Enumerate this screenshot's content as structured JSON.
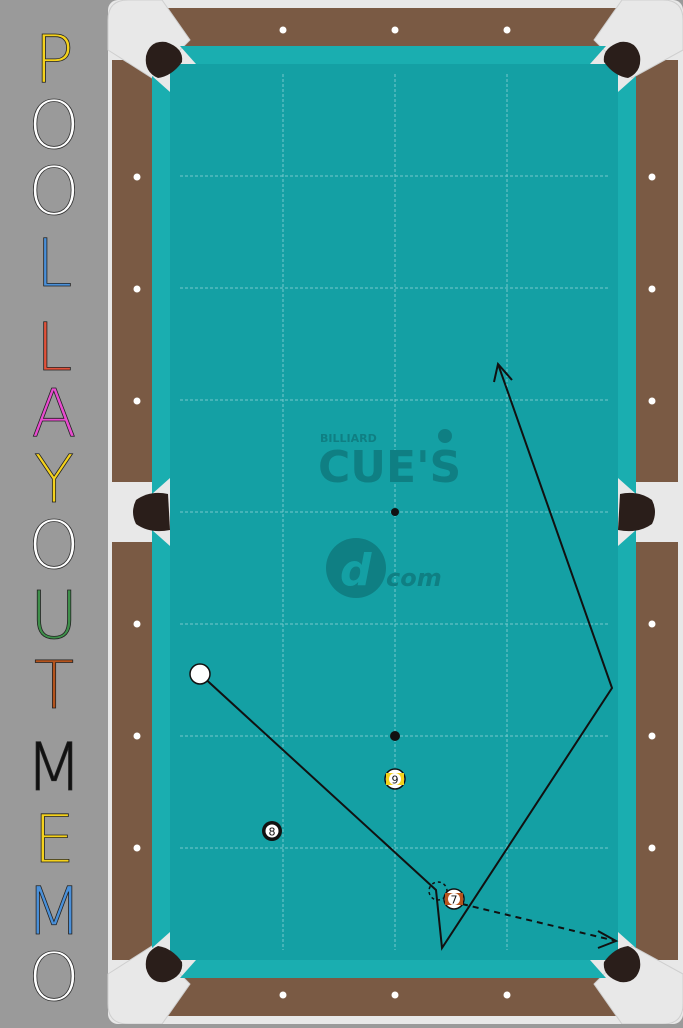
{
  "title": {
    "letters": [
      {
        "char": "P",
        "color": "#f5d21c"
      },
      {
        "char": "O",
        "color": "#ffffff"
      },
      {
        "char": "O",
        "color": "#ffffff"
      },
      {
        "char": "L",
        "color": "#4a90d9"
      },
      {
        "char": "L",
        "color": "#e2523b"
      },
      {
        "char": "A",
        "color": "#e84ccf"
      },
      {
        "char": "Y",
        "color": "#f5d21c"
      },
      {
        "char": "O",
        "color": "#ffffff"
      },
      {
        "char": "U",
        "color": "#3e8f4a"
      },
      {
        "char": "T",
        "color": "#b5541d"
      },
      {
        "char": "M",
        "color": "#111111"
      },
      {
        "char": "E",
        "color": "#f5d21c"
      },
      {
        "char": "M",
        "color": "#4a90d9"
      },
      {
        "char": "O",
        "color": "#ffffff"
      }
    ]
  },
  "logo": {
    "small_text": "BILLIARD",
    "brand": "CUE'S",
    "dcom": "com"
  },
  "balls": {
    "cue": {
      "label": ""
    },
    "seven": {
      "label": "7",
      "stripe": "#b5541d"
    },
    "eight": {
      "label": "8"
    },
    "nine": {
      "label": "9",
      "stripe": "#f5d21c"
    }
  },
  "colors": {
    "cloth": "#14a0a4",
    "cushion": "#1aaeb0",
    "rail": "#7a5a44",
    "pocket": "#2a1e1a",
    "pocket_plate": "#e8e8e8",
    "path": "#111111",
    "logo": "#0f7f83"
  }
}
